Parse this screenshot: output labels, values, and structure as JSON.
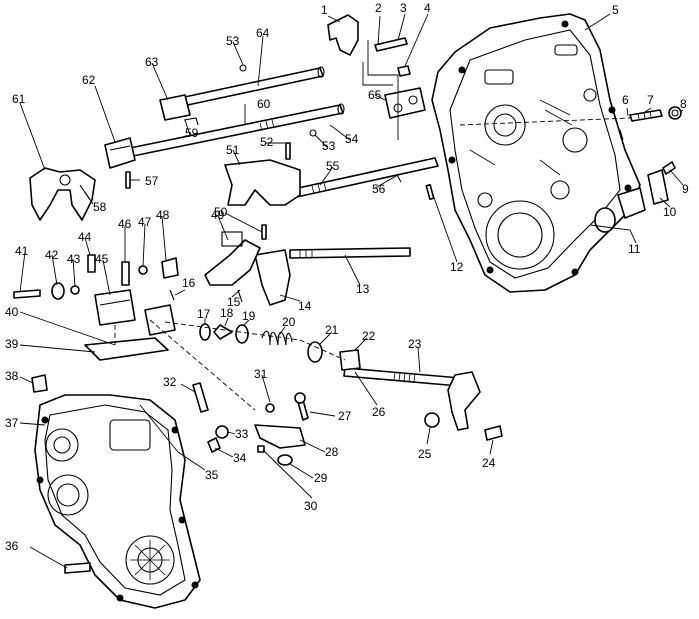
{
  "callouts": [
    {
      "id": "c1",
      "text": "1"
    },
    {
      "id": "c2",
      "text": "2"
    },
    {
      "id": "c3",
      "text": "3"
    },
    {
      "id": "c4",
      "text": "4"
    },
    {
      "id": "c5",
      "text": "5"
    },
    {
      "id": "c6",
      "text": "6"
    },
    {
      "id": "c7",
      "text": "7"
    },
    {
      "id": "c8",
      "text": "8"
    },
    {
      "id": "c9",
      "text": "9"
    },
    {
      "id": "c10",
      "text": "10"
    },
    {
      "id": "c11",
      "text": "11"
    },
    {
      "id": "c12",
      "text": "12"
    },
    {
      "id": "c13",
      "text": "13"
    },
    {
      "id": "c14",
      "text": "14"
    },
    {
      "id": "c15",
      "text": "15"
    },
    {
      "id": "c16",
      "text": "16"
    },
    {
      "id": "c17",
      "text": "17"
    },
    {
      "id": "c18",
      "text": "18"
    },
    {
      "id": "c19",
      "text": "19"
    },
    {
      "id": "c20",
      "text": "20"
    },
    {
      "id": "c21",
      "text": "21"
    },
    {
      "id": "c22",
      "text": "22"
    },
    {
      "id": "c23",
      "text": "23"
    },
    {
      "id": "c24",
      "text": "24"
    },
    {
      "id": "c25",
      "text": "25"
    },
    {
      "id": "c26",
      "text": "26"
    },
    {
      "id": "c27",
      "text": "27"
    },
    {
      "id": "c28",
      "text": "28"
    },
    {
      "id": "c29",
      "text": "29"
    },
    {
      "id": "c30",
      "text": "30"
    },
    {
      "id": "c31",
      "text": "31"
    },
    {
      "id": "c32",
      "text": "32"
    },
    {
      "id": "c33",
      "text": "33"
    },
    {
      "id": "c34",
      "text": "34"
    },
    {
      "id": "c35",
      "text": "35"
    },
    {
      "id": "c36",
      "text": "36"
    },
    {
      "id": "c37",
      "text": "37"
    },
    {
      "id": "c38",
      "text": "38"
    },
    {
      "id": "c39",
      "text": "39"
    },
    {
      "id": "c40",
      "text": "40"
    },
    {
      "id": "c41",
      "text": "41"
    },
    {
      "id": "c42",
      "text": "42"
    },
    {
      "id": "c43",
      "text": "43"
    },
    {
      "id": "c44",
      "text": "44"
    },
    {
      "id": "c45",
      "text": "45"
    },
    {
      "id": "c46",
      "text": "46"
    },
    {
      "id": "c47",
      "text": "47"
    },
    {
      "id": "c48",
      "text": "48"
    },
    {
      "id": "c49",
      "text": "49"
    },
    {
      "id": "c50",
      "text": "50"
    },
    {
      "id": "c51",
      "text": "51"
    },
    {
      "id": "c52",
      "text": "52"
    },
    {
      "id": "c53a",
      "text": "53"
    },
    {
      "id": "c53b",
      "text": "53"
    },
    {
      "id": "c54",
      "text": "54"
    },
    {
      "id": "c55",
      "text": "55"
    },
    {
      "id": "c56",
      "text": "56"
    },
    {
      "id": "c57",
      "text": "57"
    },
    {
      "id": "c58",
      "text": "58"
    },
    {
      "id": "c59",
      "text": "59"
    },
    {
      "id": "c60",
      "text": "60"
    },
    {
      "id": "c61",
      "text": "61"
    },
    {
      "id": "c62",
      "text": "62"
    },
    {
      "id": "c63",
      "text": "63"
    },
    {
      "id": "c64",
      "text": "64"
    },
    {
      "id": "c65",
      "text": "65"
    }
  ]
}
